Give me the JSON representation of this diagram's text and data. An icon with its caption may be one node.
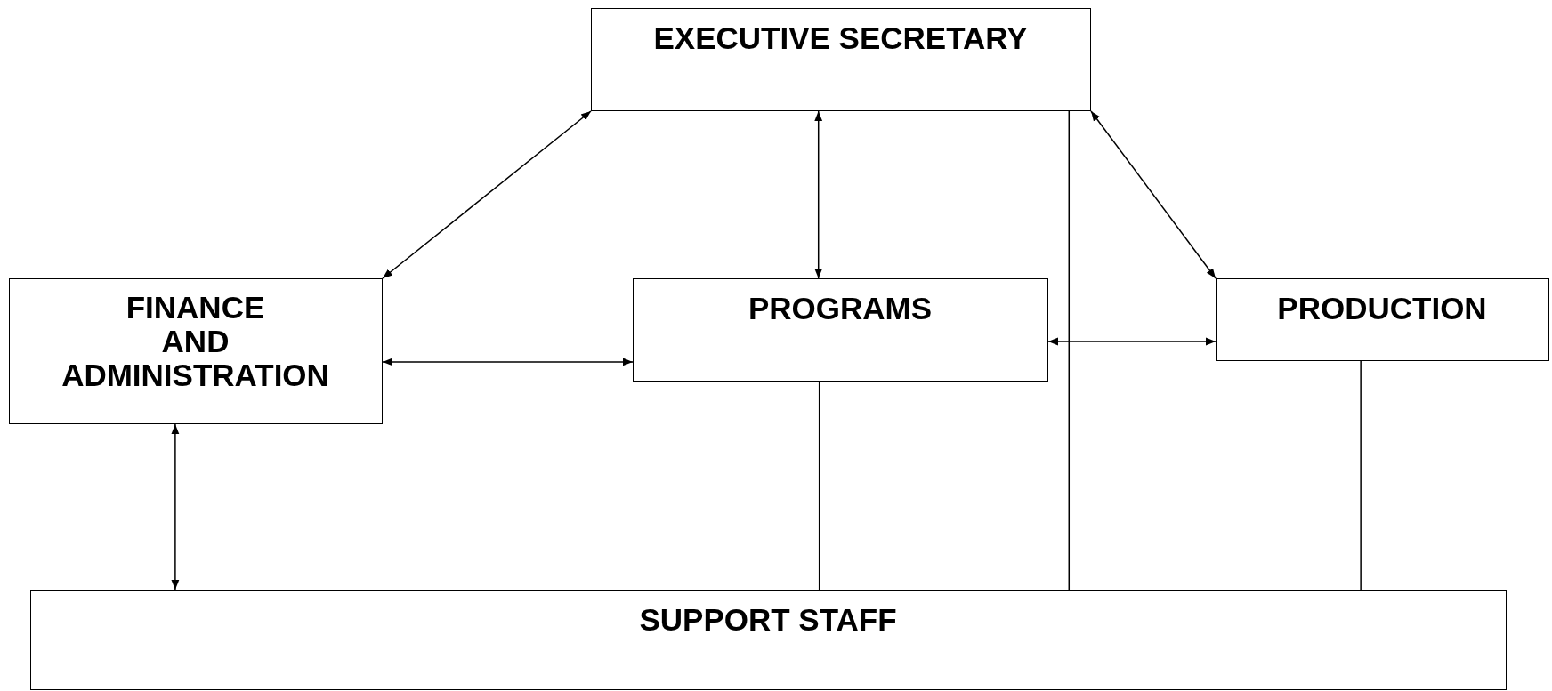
{
  "diagram": {
    "nodes": [
      {
        "text": [
          "EXECUTIVE SECRETARY"
        ]
      },
      {
        "text": [
          "FINANCE AND ADMINISTRATION"
        ]
      },
      {
        "text": [
          "PROGRAMS"
        ]
      },
      {
        "text": [
          "PRODUCTION"
        ]
      },
      {
        "text": [
          "SUPPORT STAFF"
        ]
      }
    ],
    "edges": [
      {
        "from": 0,
        "to": 1,
        "arrow": "both"
      },
      {
        "from": 0,
        "to": 2,
        "arrow": "both"
      },
      {
        "from": 0,
        "to": 3,
        "arrow": "both"
      },
      {
        "from": 1,
        "to": 2,
        "arrow": "both"
      },
      {
        "from": 2,
        "to": 3,
        "arrow": "both"
      },
      {
        "from": 1,
        "to": 4,
        "arrow": "both"
      },
      {
        "from": 2,
        "to": 4,
        "arrow": "none"
      },
      {
        "from": 0,
        "to": 4,
        "arrow": "none"
      },
      {
        "from": 3,
        "to": 4,
        "arrow": "none"
      }
    ]
  }
}
